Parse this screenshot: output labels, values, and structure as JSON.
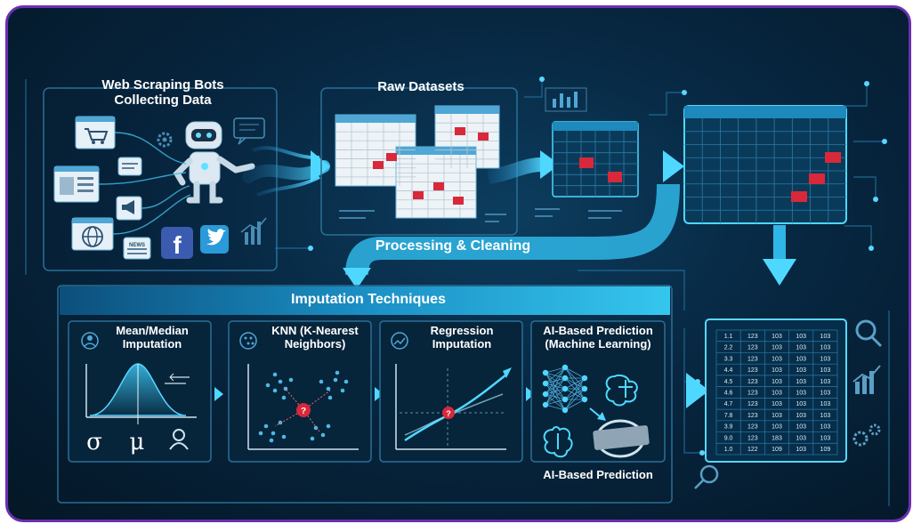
{
  "scraping": {
    "title_line1": "Web Scraping Bots",
    "title_line2": "Collecting Data",
    "news_tag": "NEWS"
  },
  "raw": {
    "title": "Raw Datasets"
  },
  "processing": {
    "label": "Processing & Cleaning"
  },
  "imputation": {
    "title": "Imputation Techniques",
    "mean": {
      "line1": "Mean/Median",
      "line2": "Imputation",
      "sigma": "σ",
      "mu": "μ"
    },
    "knn": {
      "line1": "KNN (K-Nearest",
      "line2": "Neighbors)"
    },
    "regression": {
      "line1": "Regression",
      "line2": "Imputation"
    },
    "ai": {
      "line1": "AI-Based Prediction",
      "line2": "(Machine Learning)",
      "caption": "AI-Based Prediction"
    }
  },
  "result_table": {
    "rows": [
      [
        "1.1",
        "123",
        "103",
        "103",
        "103"
      ],
      [
        "2.2",
        "123",
        "103",
        "103",
        "103"
      ],
      [
        "3.3",
        "123",
        "103",
        "103",
        "103"
      ],
      [
        "4.4",
        "123",
        "103",
        "103",
        "103"
      ],
      [
        "4.5",
        "123",
        "103",
        "103",
        "103"
      ],
      [
        "4.6",
        "123",
        "103",
        "103",
        "103"
      ],
      [
        "4.7",
        "123",
        "103",
        "103",
        "103"
      ],
      [
        "7.8",
        "123",
        "103",
        "103",
        "103"
      ],
      [
        "3.9",
        "123",
        "103",
        "103",
        "103"
      ],
      [
        "9.0",
        "123",
        "183",
        "103",
        "103"
      ],
      [
        "1.0",
        "122",
        "109",
        "103",
        "109"
      ]
    ]
  },
  "colors": {
    "accent": "#2fc8f0",
    "frame": "#6a2fb0",
    "missing": "#d8283a",
    "facebook": "#3b5bb0",
    "twitter": "#2a9ad8"
  }
}
